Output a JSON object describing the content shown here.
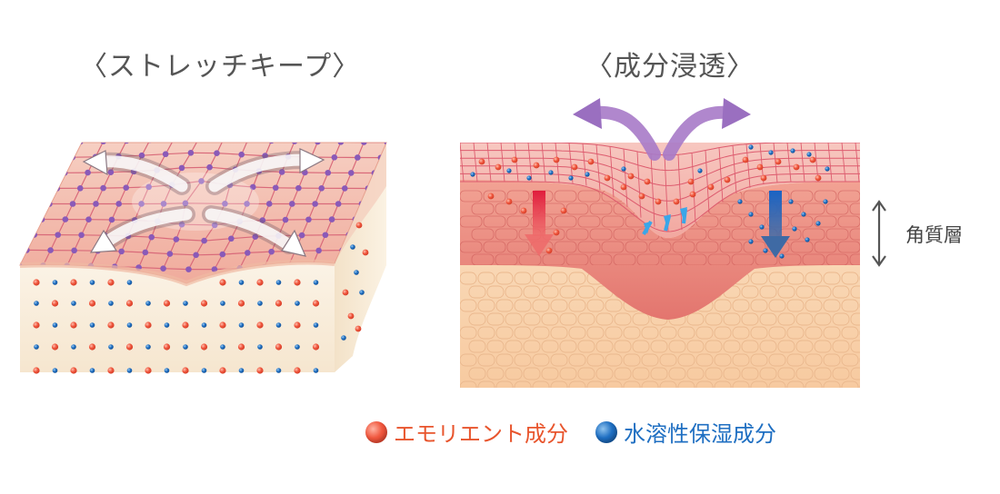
{
  "titles": {
    "left": "〈ストレッチキープ〉",
    "right": "〈成分浸透〉"
  },
  "side_label": "角質層",
  "legend": {
    "emollient": {
      "label": "エモリエント成分",
      "color": "#e8552d"
    },
    "water_soluble": {
      "label": "水溶性保湿成分",
      "color": "#1f6fc2"
    }
  },
  "colors": {
    "skin_pink": "#f3b8a8",
    "grid_line": "#d96a7a",
    "grid_node": "#8a5ab8",
    "corneum": "#e98a82",
    "epidermis": "#f8dcbc",
    "arrow_purple": "#a77ac8",
    "arrow_red": "#d8203a",
    "arrow_blue": "#1f57a8",
    "arrow_cyan": "#3aa6e8",
    "stretch_arrow": "#b8b0b5"
  },
  "icons": [
    "stretch-arrow-icon",
    "push-down-arrow-icon",
    "penetration-arrow-icon",
    "bracket-arrow-icon"
  ]
}
